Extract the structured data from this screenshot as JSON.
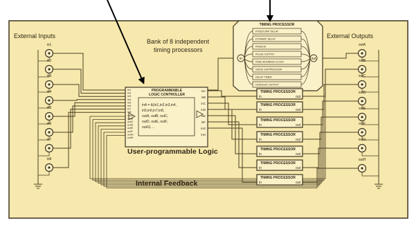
{
  "labels": {
    "external_inputs": "External Inputs",
    "external_outputs": "External Outputs",
    "bank": "Bank of 8 independent timing processors",
    "bank_line1": "Bank of 8 independent",
    "bank_line2": "timing processors",
    "logic_title1": "PROGRAMMABLE",
    "logic_title2": "LOGIC CONTROLLER",
    "logic_caption": "User-programmable Logic",
    "feedback": "Internal Feedback",
    "timing_processor": "TIMING PROCESSOR",
    "port_in": "in",
    "port_out": "out"
  },
  "inputs": [
    "in1",
    "in2",
    "in3",
    "in4",
    "in5",
    "in6",
    "in7",
    "in8"
  ],
  "outputs": [
    "outA",
    "outB",
    "outC",
    "outD",
    "outE",
    "outF",
    "outG",
    "outH"
  ],
  "logic": {
    "left_ports": [
      "in1",
      "in2",
      "in3",
      "in4",
      "in5",
      "in6",
      "in7",
      "in8",
      "outA",
      "outB",
      "outC",
      "outD",
      "outE",
      "outF",
      "outG",
      "outH"
    ],
    "right_ports": [
      "inA",
      "inB",
      "inC",
      "inD",
      "inE",
      "inF",
      "inG",
      "inH"
    ],
    "equation": [
      "inA = &(in1,in2,in3,in4,",
      "in5,in6,in7,in8,",
      "outA, outB, outC,",
      "outD, outE, outF,",
      "outG) ..."
    ]
  },
  "timing_modes": [
    "FIXED/LIMIT DELAY",
    "DYNAMIC DELAY",
    "PASSIVE",
    "PULSE OUTPUT",
    "FREE-RUNNING CLOCK",
    "NOISE SUPPRESSION",
    "DELAY TIMER",
    "DIVIDE-BY OUTPUT"
  ],
  "colors": {
    "background": "#f7e8ad",
    "box_fill": "#fbf1c8",
    "line": "#3d3420"
  }
}
